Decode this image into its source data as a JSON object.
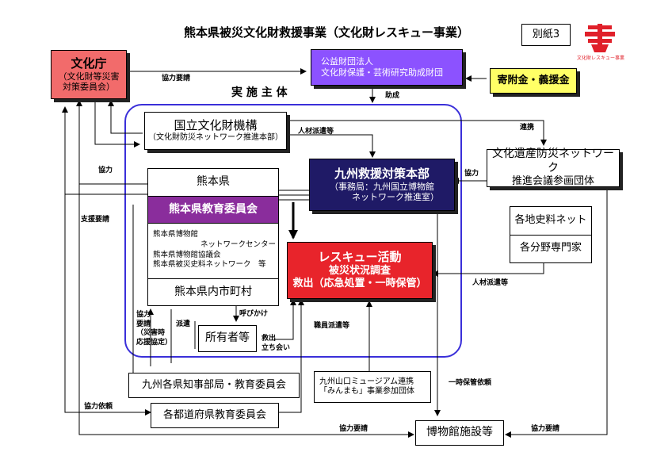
{
  "title": "熊本県被災文化財救援事業（文化財レスキュー事業）",
  "appendix": "別紙3",
  "logo": {
    "caption": "文化財レスキュー事業"
  },
  "nodes": {
    "bunkacho": {
      "l1": "文化庁",
      "l2": "（文化財等災害",
      "l3": "対策委員会）"
    },
    "foundation": {
      "l1": "公益財団法人",
      "l2": "文化財保護・芸術研究助成財団"
    },
    "donations": "寄附金・義援金",
    "implementer": "実 施 主 体",
    "nich": {
      "l1": "国立文化財機構",
      "l2": "（文化財防災ネットワーク推進本部）"
    },
    "hq": {
      "l1": "九州救援対策本部",
      "l2": "（事務局：九州国立博物館",
      "l3": "ネットワーク推進室）"
    },
    "network": {
      "l1": "文化遺産防災ネットワーク",
      "l2": "推進会議参画団体"
    },
    "history_net": "各地史料ネット",
    "experts": "各分野専門家",
    "kumamoto_pref": "熊本県",
    "board": "熊本県教育委員会",
    "pref_orgs": {
      "l1": "熊本県博物館",
      "l2": "ネットワークセンター",
      "l3": "熊本県博物館協議会",
      "l4": "熊本県被災史料ネットワーク　等"
    },
    "municipalities": "熊本県内市町村",
    "rescue": {
      "l1": "レスキュー活動",
      "l2": "被災状況調査",
      "l3": "救出（応急処置・一時保管）"
    },
    "owners": "所有者等",
    "kyushu_gov": "九州各県知事部局・教育委員会",
    "prefectures": "各都道府県教育委員会",
    "museum_assoc": {
      "l1": "九州山口ミュージアム連携",
      "l2": "「みんまも」事業参加団体"
    },
    "museums": "博物館施設等"
  },
  "labels": {
    "kyoryoku_yosei_top": "協力要請",
    "josei": "助成",
    "jinzai_haken_top": "人材派遣等",
    "renkei": "連携",
    "kyoryoku_left": "協力",
    "kyoryoku_right": "協力",
    "shien_yosei": "支援要請",
    "jinzai_haken_right": "人材派遣等",
    "kyoryoku_yosei_saigai": {
      "l1": "協力",
      "l2": "要請",
      "l3": "（災害時",
      "l4": "応援協定）"
    },
    "haken": "派遣",
    "yobikake": "呼びかけ",
    "kyushutsu": {
      "l1": "救出",
      "l2": "立ち会い"
    },
    "shokuin_haken": "職員派遣等",
    "ichiji_hokan": "一時保管依頼",
    "kyoryoku_irai": "協力依頼",
    "kyoryoku_yosei_bottom_left": "協力要請",
    "kyoryoku_yosei_bottom_right": "協力要請"
  },
  "colors": {
    "bunkacho_fill": "#f26b6b",
    "foundation_fill": "#8c52ff",
    "donations_fill": "#ffff66",
    "hq_fill": "#1f1a66",
    "board_fill": "#8a2d9c",
    "rescue_fill": "#e8242b",
    "implementer_border": "#3a2fd9",
    "logo_red": "#e0202a"
  },
  "icons": [
    "arrowhead",
    "logo-mark"
  ]
}
